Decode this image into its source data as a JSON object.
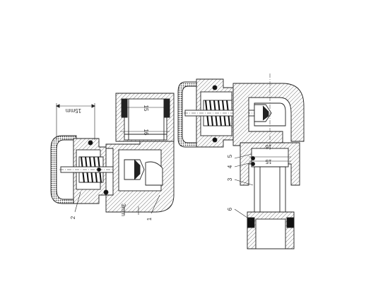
{
  "drawing": {
    "left_view": {
      "dim_15mm": "15mm",
      "dim_3mm": "3mm",
      "bore_top_15": "15",
      "bore_top_16": "16",
      "callout_1": "1",
      "callout_2": "2"
    },
    "right_view": {
      "bore_16": "16",
      "bore_15": "15",
      "callout_3": "3",
      "callout_4": "4",
      "callout_5": "5",
      "callout_6": "6"
    }
  }
}
